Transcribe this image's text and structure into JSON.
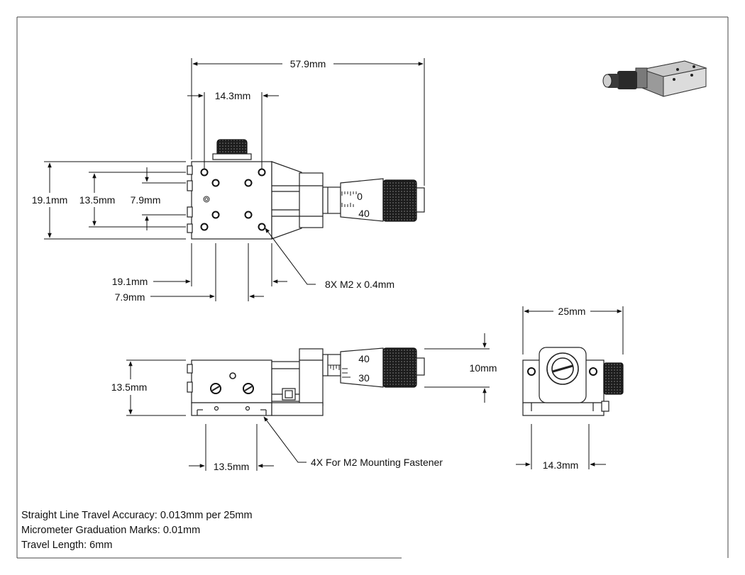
{
  "dimensions": {
    "overall_length": "57.9mm",
    "top_hole_spacing": "14.3mm",
    "height_outer": "19.1mm",
    "height_mid": "13.5mm",
    "height_inner": "7.9mm",
    "bottom_outer": "19.1mm",
    "bottom_inner": "7.9mm",
    "thread_callout": "8X M2 x 0.4mm",
    "side_height": "13.5mm",
    "side_hole_spacing": "13.5mm",
    "mount_callout": "4X For M2 Mounting Fastener",
    "micrometer_dia": "10mm",
    "end_width": "25mm",
    "end_hole_spacing": "14.3mm"
  },
  "micrometer_scale": {
    "top_zero": "0",
    "top_forty": "40",
    "side_forty": "40",
    "side_thirty": "30"
  },
  "notes": [
    "Straight Line Travel Accuracy: 0.013mm per 25mm",
    "Micrometer Graduation Marks: 0.01mm",
    "Travel Length: 6mm"
  ]
}
